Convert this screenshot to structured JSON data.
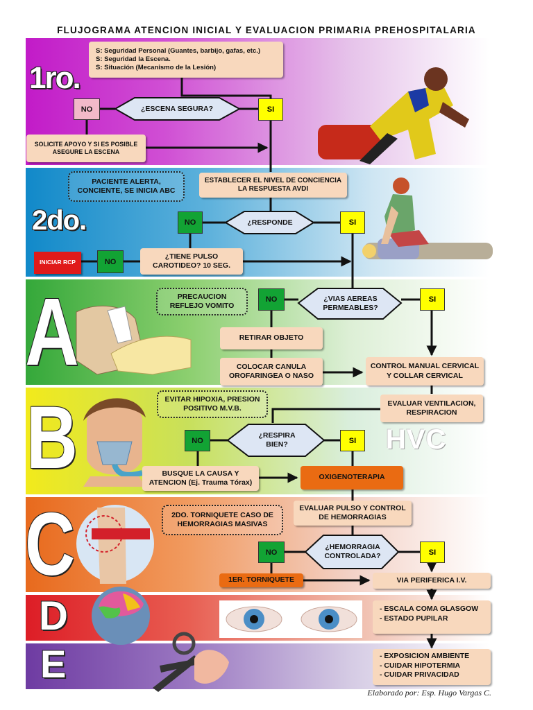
{
  "title": "FLUJOGRAMA ATENCION INICIAL Y EVALUACION PRIMARIA PREHOSPITALARIA",
  "author": "Elaborado por: Esp. Hugo Vargas C.",
  "watermark": "HVC",
  "sections": {
    "s1": {
      "label": "1ro.",
      "color": "#c21bc8"
    },
    "s2": {
      "label": "2do.",
      "color": "#1189c9"
    },
    "a": {
      "label": "A",
      "color": "#34a83a"
    },
    "b": {
      "label": "B",
      "color": "#f2ea1b"
    },
    "c": {
      "label": "C",
      "color": "#e86a1d"
    },
    "d": {
      "label": "D",
      "color": "#dd1d26"
    },
    "e": {
      "label": "E",
      "color": "#6e3ba2"
    }
  },
  "s1": {
    "safety_lines": [
      "S: Seguridad Personal (Guantes, barbijo, gafas, etc.)",
      "S: Seguridad la Escena.",
      "S: Situación (Mecanismo de la Lesión)"
    ],
    "decision": "¿ESCENA SEGURA?",
    "no": "NO",
    "yes": "SI",
    "support": "SOLICITE APOYO Y SI ES POSIBLE ASEGURE LA ESCENA"
  },
  "s2": {
    "alert_note": "PACIENTE ALERTA, CONCIENTE, SE INICIA ABC",
    "avdi": "ESTABLECER EL NIVEL DE CONCIENCIA  LA RESPUESTA AVDI",
    "decision": "¿RESPONDE",
    "no": "NO",
    "yes": "SI",
    "pulse": "¿TIENE PULSO CAROTIDEO? 10 SEG.",
    "no2": "NO",
    "rcp": "INICIAR RCP"
  },
  "a": {
    "note": "PRECAUCION REFLEJO VOMITO",
    "decision": "¿VIAS AEREAS PERMEABLES?",
    "no": "NO",
    "yes": "SI",
    "remove": "RETIRAR OBJETO",
    "cannula": "COLOCAR CANULA OROFARINGEA O NASO",
    "cervical": "CONTROL MANUAL CERVICAL Y COLLAR CERVICAL"
  },
  "b": {
    "note": "EVITAR HIPOXIA, PRESION POSITIVO M.V.B.",
    "evaluate": "EVALUAR VENTILACION, RESPIRACION",
    "decision": "¿RESPIRA BIEN?",
    "no": "NO",
    "yes": "SI",
    "cause": "BUSQUE LA CAUSA  Y ATENCION (Ej. Trauma Tórax)",
    "oxygen": "OXIGENOTERAPIA"
  },
  "c": {
    "note": "2DO. TORNIQUETE CASO DE HEMORRAGIAS MASIVAS",
    "evaluate": "EVALUAR PULSO Y CONTROL DE HEMORRAGIAS",
    "decision": "¿HEMORRAGIA CONTROLADA?",
    "no": "NO",
    "yes": "SI",
    "tourniquet": "1ER. TORNIQUETE",
    "iv": "VIA PERIFERICA I.V."
  },
  "d": {
    "items": [
      "ESCALA COMA GLASGOW",
      "ESTADO PUPILAR"
    ]
  },
  "e": {
    "items": [
      "EXPOSICION AMBIENTE",
      "CUIDAR HIPOTERMIA",
      "CUIDAR PRIVACIDAD"
    ]
  },
  "icons": [
    "runner-figure-icon",
    "cpr-figure-icon",
    "airway-hand-icon",
    "oxygen-mask-face-icon",
    "tourniquet-arm-icon",
    "brain-head-icon",
    "eyes-icon",
    "scissors-hand-icon"
  ]
}
